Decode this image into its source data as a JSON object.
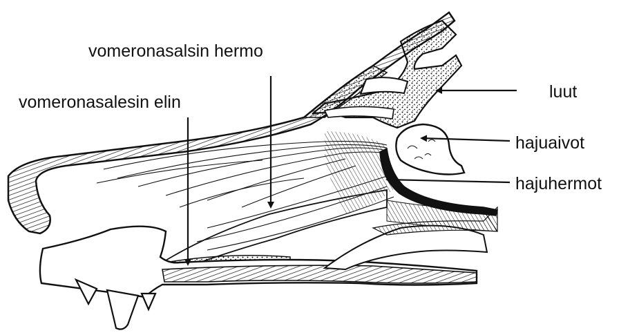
{
  "labels": {
    "vomeronasal_nerve": "vomeronasalsin hermo",
    "vomeronasal_organ": "vomeronasalesin elin",
    "bones": "luut",
    "olfactory_bulb": "hajuaivot",
    "olfactory_nerves": "hajuhermot"
  },
  "colors": {
    "ink": "#111111",
    "paper": "#ffffff"
  }
}
